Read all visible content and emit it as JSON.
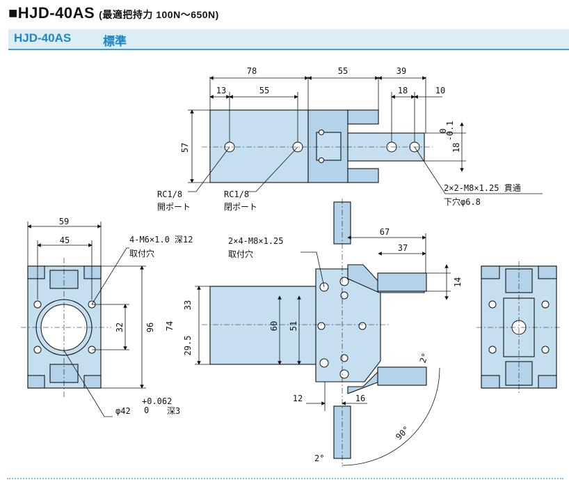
{
  "header": {
    "title": "■HJD-40AS",
    "subtitle": "(最適把持力 100N～650N)",
    "band_model": "HJD-40AS",
    "band_type": "標準"
  },
  "top_view": {
    "dim_78": "78",
    "dim_55_top": "55",
    "dim_39": "39",
    "dim_13": "13",
    "dim_55": "55",
    "dim_18": "18",
    "dim_10": "10",
    "dim_57": "57",
    "tol_18_upper": "0",
    "tol_18_lower": "-0.1",
    "dim_18_vert": "18",
    "port1_a": "RC1/8",
    "port1_b": "開ポート",
    "port2_a": "RC1/8",
    "port2_b": "閉ポート",
    "thru_a": "2×2-M8×1.25 貫通",
    "thru_b": "下穴φ6.8"
  },
  "left_view": {
    "dim_59": "59",
    "dim_45": "45",
    "dim_96": "96",
    "dim_32": "32",
    "tap_a": "4-M6×1.0 深12",
    "tap_b": "取付穴",
    "bore_phi": "φ42",
    "bore_tol_upper": "+0.062",
    "bore_tol_lower": "0",
    "bore_depth": "深3"
  },
  "front_view": {
    "mount_a": "2×4-M8×1.25",
    "mount_b": "取付穴",
    "dim_67": "67",
    "dim_37": "37",
    "dim_14": "14",
    "dim_74": "74",
    "dim_33": "33",
    "dim_29_5": "29.5",
    "dim_60": "60",
    "dim_51": "51",
    "dim_12": "12",
    "dim_16": "16",
    "angle_2a": "2°",
    "angle_90": "90°",
    "angle_2b": "2°"
  }
}
